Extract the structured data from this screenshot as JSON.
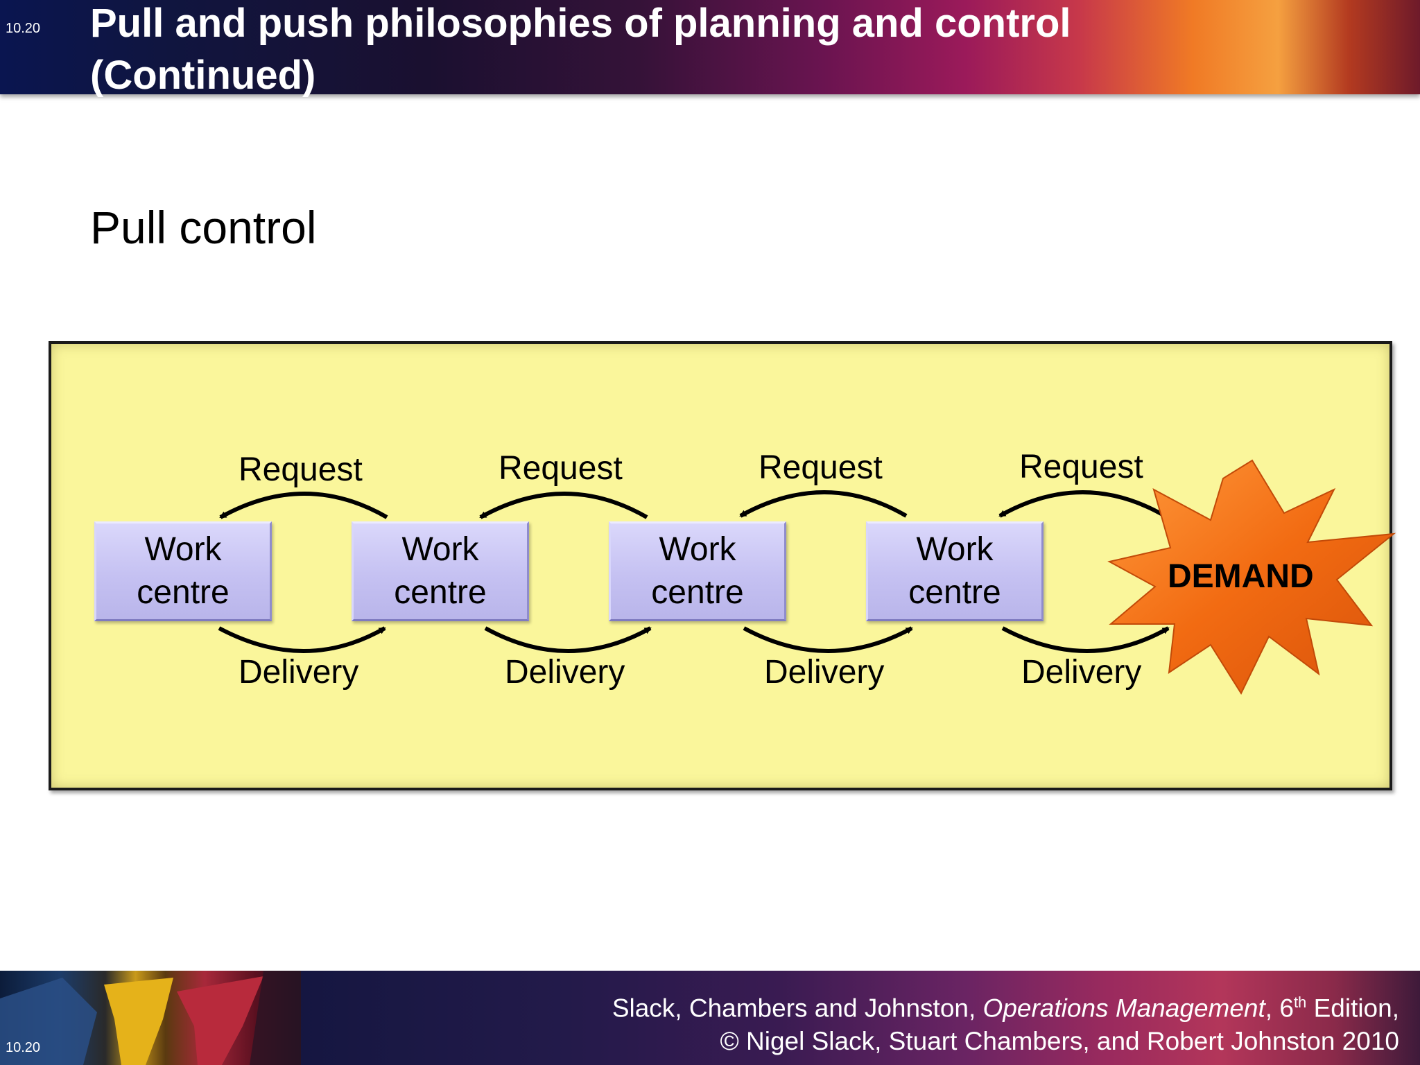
{
  "slide_number": "10.20",
  "title": "Pull and push philosophies of planning and control (Continued)",
  "subtitle": "Pull control",
  "diagram": {
    "work_centre_label": "Work\ncentre",
    "request_label": "Request",
    "delivery_label": "Delivery",
    "demand_label": "DEMAND",
    "colors": {
      "panel": "#faf69b",
      "work_centre": "#c5c1f2",
      "demand": "#f26b12"
    }
  },
  "footer": {
    "line1_pre": "Slack, Chambers and Johnston, ",
    "line1_italic": "Operations Management",
    "line1_mid": ", 6",
    "line1_sup": "th",
    "line1_post": " Edition,",
    "line2": "© Nigel Slack, Stuart Chambers, and Robert Johnston 2010"
  }
}
